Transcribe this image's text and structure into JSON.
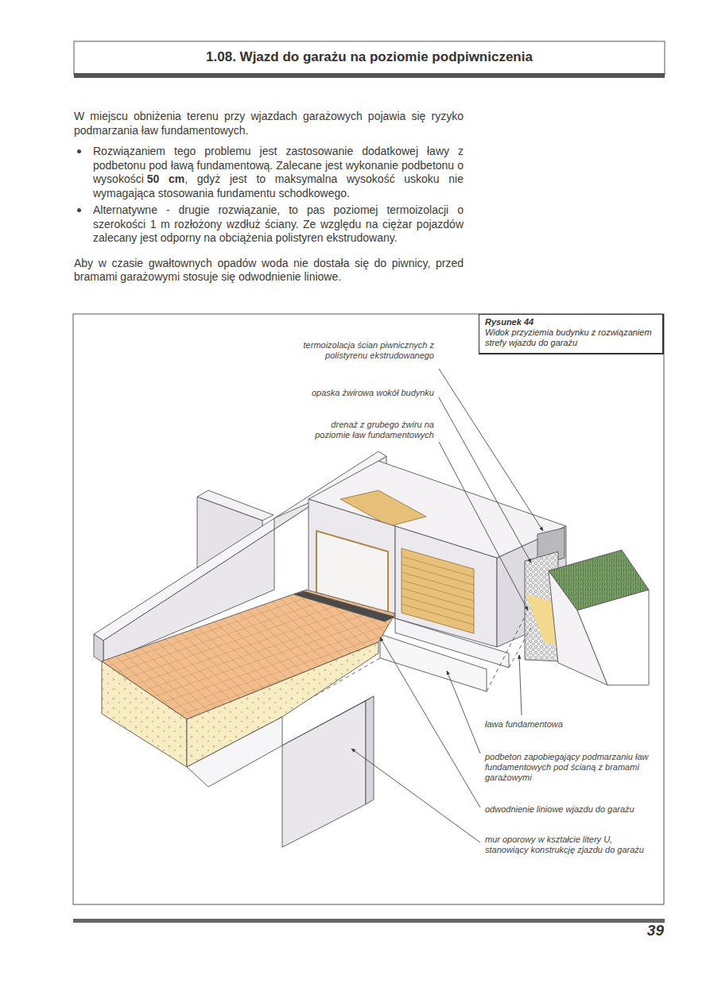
{
  "diagram": {
    "title": "1.08. Wjazd do garażu na poziomie podpiwniczenia",
    "nodes": [
      {
        "text": [
          "Rysunek 44",
          "Widok przyziemia budynku z rozwiązaniem strefy wjazdu do garażu"
        ]
      }
    ],
    "labels": [
      "W miejscu obniżenia terenu przy wjazdach garażowych pojawia się ryzyko podmarzania ław fundamentowych.",
      "Rozwiązaniem tego problemu jest zastosowanie dodatkowej ławy z podbetonu pod ławą fundamentową. Zalecane jest wykonanie podbetonu o wysokości",
      "50 cm",
      ", gdyż jest to maksymalna wysokość uskoku nie wymagająca stosowania fundamentu schodkowego.",
      "Alternatywne - drugie rozwiązanie, to pas poziomej termoizolacji o szerokości 1 m rozłożony wzdłuż ściany. Ze względu na ciężar pojazdów zalecany jest odporny na obciążenia polistyren ekstrudowany.",
      "Aby w czasie gwałtownych opadów woda nie dostała się do piwnicy, przed bramami garażowymi stosuje się odwodnienie liniowe.",
      "termoizolacja ścian piwnicznych z polistyrenu ekstrudowanego",
      "opaska żwirowa wokół budynku",
      "drenaż z grubego żwiru na poziomie ław fundamentowych",
      "ława fundamentowa",
      "podbeton zapobiegający podmarzaniu ław fundamentowych pod ścianą z bramami garażowymi",
      "odwodnienie liniowe wjazdu do garażu",
      "mur oporowy w kształcie litery U, stanowiący konstrukcję zjazdu do garażu",
      "39"
    ]
  }
}
